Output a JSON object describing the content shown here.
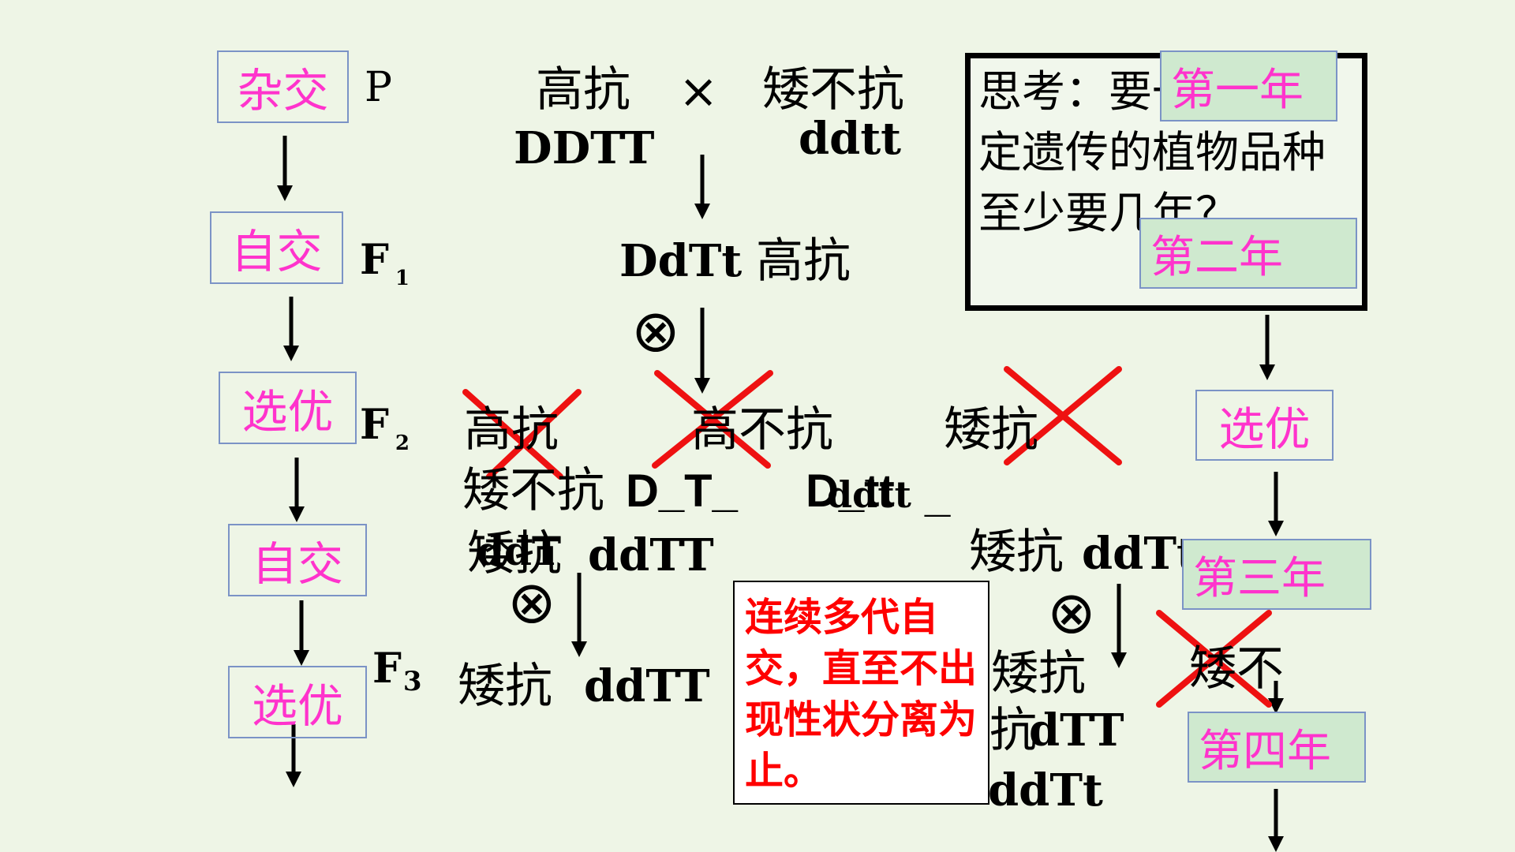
{
  "steps": {
    "cross": "杂交",
    "self1": "自交",
    "select1": "选优",
    "self2": "自交",
    "select2": "选优"
  },
  "generations": {
    "p": "P",
    "f": "F",
    "f1_sub": "1",
    "f2_sub": "2",
    "f3_sub": "3"
  },
  "parents": {
    "tall_resistant": "高抗",
    "cross_symbol": "×",
    "short_nonresistant": "矮不抗",
    "tall_resistant_genotype": "DDTT",
    "short_nonresistant_genotype": "ddtt"
  },
  "f1": {
    "genotype": "DdTt",
    "phenotype": "高抗"
  },
  "f2": {
    "tall_resistant": "高抗",
    "tall_nonresistant": "高不抗",
    "short_resistant": "矮抗",
    "short_nonresistant": "矮不抗",
    "genotype_dt": "D_T_",
    "genotype_dtt": "D_tt",
    "genotype_ddtt_small": "ddtt",
    "underscore": "_",
    "overlap_short": "矮抗",
    "overlap_ddt": "ddT",
    "left_short_resistant_ddTT": "ddTT",
    "right_short_resistant": "矮抗",
    "right_ddTt": "ddTt"
  },
  "f3": {
    "left_phenotype": "矮抗",
    "left_genotype": "ddTT",
    "right_phenotype": "矮抗",
    "right_fragment": "抗",
    "right_ddTT": "dTT",
    "right_ddTt": "ddTt",
    "short_nonresistant_partial": "矮不"
  },
  "self_symbol": "⊗",
  "thinking": {
    "text": "思考：要一个能稳定遗传的植物品种至少要几年？"
  },
  "note": {
    "text": "连续多代自交，直至不出现性状分离为止。"
  },
  "years": {
    "first": "第一年",
    "second": "第二年",
    "select": "选优",
    "third": "第三年",
    "fourth": "第四年"
  },
  "colors": {
    "step_text": "#ff33cc",
    "year_fill": "#cfe9cf",
    "box_border": "#7b93c6",
    "cross_mark": "#ee1111",
    "note_text": "#ff0000",
    "background": "#eef5e6"
  }
}
